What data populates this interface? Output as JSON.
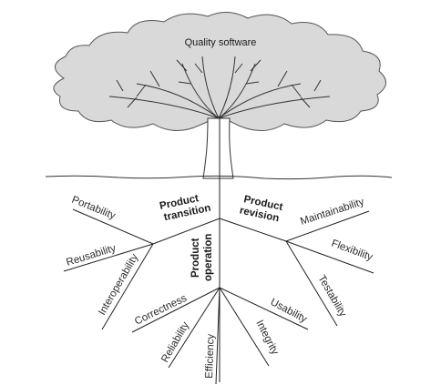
{
  "title": "Quality software",
  "groups": {
    "transition": {
      "line1": "Product",
      "line2": "transition"
    },
    "revision": {
      "line1": "Product",
      "line2": "revision"
    },
    "operation": {
      "line1": "Product",
      "line2": "operation"
    }
  },
  "factors": {
    "portability": "Portability",
    "reusability": "Reusability",
    "interoperability": "Interoperability",
    "maintainability": "Maintainability",
    "flexibility": "Flexibility",
    "testability": "Testability",
    "correctness": "Correctness",
    "reliability": "Reliability",
    "efficiency": "Efficiency",
    "integrity": "Integrity",
    "usability": "Usability"
  },
  "colors": {
    "canopy_fill": "#d9d9d9",
    "canopy_stroke": "#555555",
    "trunk_fill": "#ffffff",
    "line": "#222222"
  }
}
